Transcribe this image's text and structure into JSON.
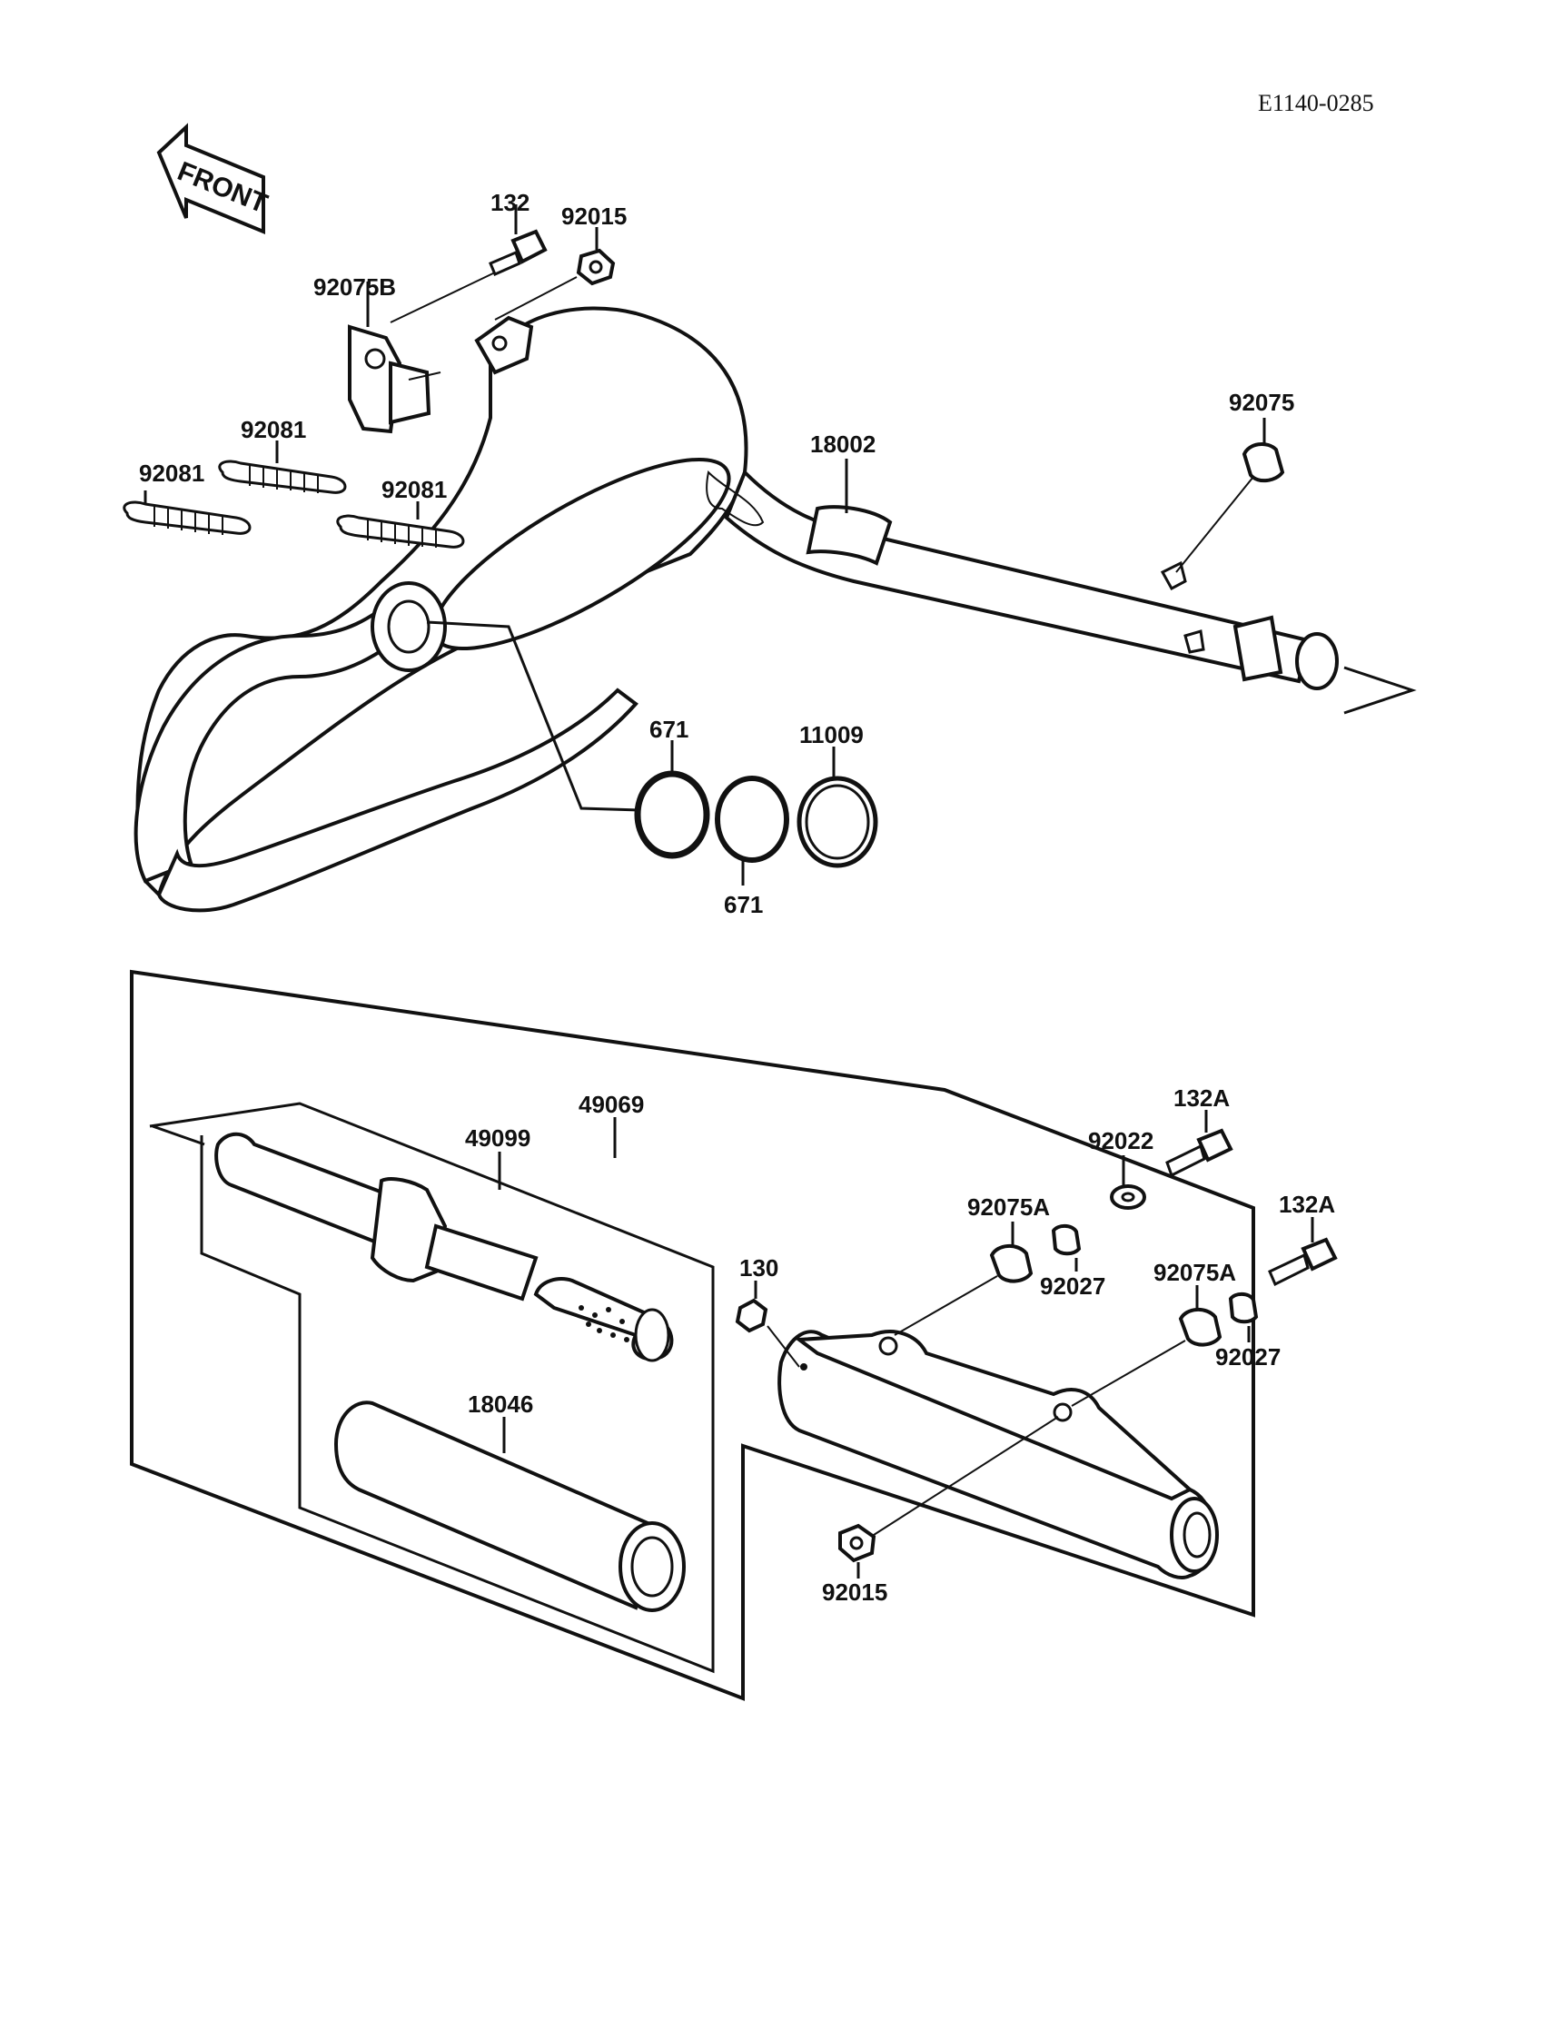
{
  "diagram_code": "E1140-0285",
  "front_arrow_label": "FRONT",
  "part_labels": {
    "p132": "132",
    "p92015_top": "92015",
    "p92075B": "92075B",
    "p92081_a": "92081",
    "p92081_b": "92081",
    "p92081_c": "92081",
    "p18002": "18002",
    "p92075": "92075",
    "p671_a": "671",
    "p671_b": "671",
    "p11009": "11009",
    "p49069": "49069",
    "p49099": "49099",
    "p18046": "18046",
    "p130": "130",
    "p132A_a": "132A",
    "p132A_b": "132A",
    "p92022": "92022",
    "p92075A_a": "92075A",
    "p92075A_b": "92075A",
    "p92027_a": "92027",
    "p92027_b": "92027",
    "p92015_bottom": "92015"
  }
}
